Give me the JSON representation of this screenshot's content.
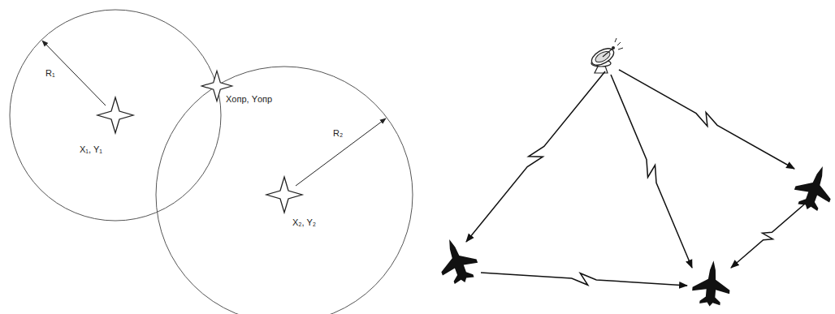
{
  "diagram": {
    "labels": [
      "R₁",
      "Xопр, Yопр",
      "X₁, Y₁",
      "R₂",
      "X₂, Y₂"
    ]
  }
}
